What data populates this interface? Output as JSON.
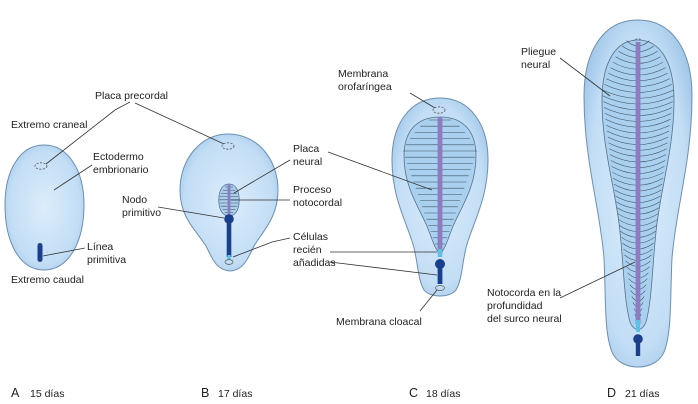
{
  "colors": {
    "disc_fill": "#c7e1f7",
    "disc_edge": "#9cc4e6",
    "neural_plate": "#a9d0ee",
    "notochord": "#8d7cc2",
    "primitive_streak": "#1a3f8c",
    "new_cells": "#5fc0e6"
  },
  "labels": {
    "placa_precordal": "Placa precordal",
    "extremo_craneal": "Extremo craneal",
    "ectodermo_1": "Ectodermo",
    "ectodermo_2": "embrionario",
    "nodo_1": "Nodo",
    "nodo_2": "primitivo",
    "linea_1": "Línea",
    "linea_2": "primitiva",
    "extremo_caudal": "Extremo caudal",
    "placa_neural_1": "Placa",
    "placa_neural_2": "neural",
    "proceso_1": "Proceso",
    "proceso_2": "notocordal",
    "celulas_1": "Células",
    "celulas_2": "recién",
    "celulas_3": "añadidas",
    "membrana_oro_1": "Membrana",
    "membrana_oro_2": "orofaríngea",
    "membrana_cloacal": "Membrana cloacal",
    "pliegue_1": "Pliegue",
    "pliegue_2": "neural",
    "notocorda_1": "Notocorda en la",
    "notocorda_2": "profundidad",
    "notocorda_3": "del surco neural"
  },
  "stages": [
    {
      "letter": "A",
      "days": "15 días"
    },
    {
      "letter": "B",
      "days": "17 días"
    },
    {
      "letter": "C",
      "days": "18 días"
    },
    {
      "letter": "D",
      "days": "21 días"
    }
  ]
}
